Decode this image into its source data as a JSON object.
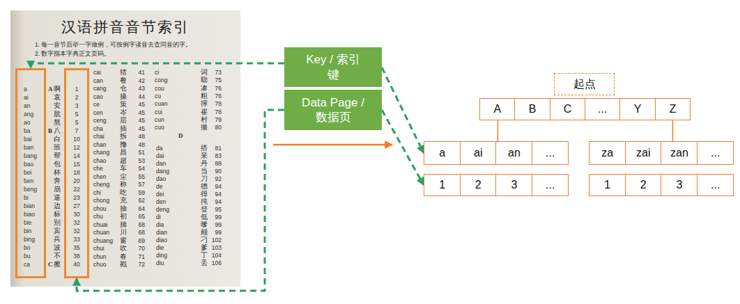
{
  "diagram": {
    "nodes": [
      {
        "text": [
          "a ai an ang ao ba bai ban bang bao bei ben beng bi bian biao bie bin bing bo bu ca"
        ]
      },
      {
        "text": [
          "1 2 3 5 5 7 10 12 14 15 18 20 22 23 27 30 32 32 33 35 38 40"
        ]
      },
      {
        "text": [
          "Key / 索引 键"
        ]
      },
      {
        "text": [
          "Data Page / 数据页"
        ]
      },
      {
        "text": [
          "起点"
        ]
      },
      {
        "text": [
          "A"
        ]
      },
      {
        "text": [
          "B"
        ]
      },
      {
        "text": [
          "C"
        ]
      },
      {
        "text": [
          "..."
        ]
      },
      {
        "text": [
          "Y"
        ]
      },
      {
        "text": [
          "Z"
        ]
      },
      {
        "text": [
          "a"
        ]
      },
      {
        "text": [
          "ai"
        ]
      },
      {
        "text": [
          "an"
        ]
      },
      {
        "text": [
          "..."
        ]
      },
      {
        "text": [
          "za"
        ]
      },
      {
        "text": [
          "zai"
        ]
      },
      {
        "text": [
          "zan"
        ]
      },
      {
        "text": [
          "..."
        ]
      },
      {
        "text": [
          "1"
        ]
      },
      {
        "text": [
          "2"
        ]
      },
      {
        "text": [
          "3"
        ]
      },
      {
        "text": [
          "..."
        ]
      },
      {
        "text": [
          "1"
        ]
      },
      {
        "text": [
          "2"
        ]
      },
      {
        "text": [
          "3"
        ]
      },
      {
        "text": [
          "..."
        ]
      }
    ],
    "edges": [
      {
        "from": 2,
        "to": 0,
        "arrow": "to"
      },
      {
        "from": 3,
        "to": 1,
        "arrow": "to"
      },
      {
        "from": 2,
        "to": 11,
        "arrow": "to"
      },
      {
        "from": 3,
        "to": 19,
        "arrow": "to"
      },
      {
        "from": 5,
        "to": 13,
        "arrow": "none"
      },
      {
        "from": 10,
        "to": 17,
        "arrow": "none"
      }
    ],
    "labels": [
      "汉语拼音音节索引",
      "1. 每一音节后举一字做例，可按例字读音去查同音的字。",
      "2. 数字指本字典正文页码。",
      "A",
      "B",
      "C",
      "啊",
      "哀",
      "安",
      "肮",
      "熬",
      "八",
      "白",
      "班",
      "帮",
      "包",
      "杯",
      "奔",
      "崩",
      "逼",
      "边",
      "标",
      "别",
      "宾",
      "兵",
      "波",
      "不",
      "擦",
      "cai",
      "can",
      "cang",
      "cao",
      "ce",
      "cen",
      "ceng",
      "cha",
      "chai",
      "chan",
      "chang",
      "chao",
      "che",
      "chen",
      "cheng",
      "chi",
      "chong",
      "chou",
      "chu",
      "chuai",
      "chuan",
      "chuang",
      "chui",
      "chun",
      "chuo",
      "猜",
      "餐",
      "仓",
      "操",
      "策",
      "岑",
      "层",
      "插",
      "拆",
      "搀",
      "昌",
      "超",
      "车",
      "尘",
      "称",
      "吃",
      "充",
      "抽",
      "初",
      "揣",
      "川",
      "窗",
      "吹",
      "春",
      "戳",
      "41",
      "42",
      "43",
      "44",
      "45",
      "45",
      "45",
      "45",
      "48",
      "48",
      "51",
      "53",
      "54",
      "55",
      "57",
      "59",
      "62",
      "64",
      "65",
      "68",
      "68",
      "69",
      "70",
      "71",
      "72",
      "ci",
      "cong",
      "cou",
      "cu",
      "cuan",
      "cui",
      "cun",
      "cuo",
      "词",
      "聪",
      "凑",
      "粗",
      "撺",
      "崔",
      "村",
      "撮",
      "73",
      "75",
      "76",
      "76",
      "78",
      "78",
      "79",
      "80",
      "D",
      "da",
      "dai",
      "dan",
      "dang",
      "dao",
      "de",
      "dei",
      "den",
      "deng",
      "di",
      "dia",
      "dian",
      "diao",
      "die",
      "ding",
      "diu",
      "搭",
      "呆",
      "丹",
      "当",
      "刀",
      "德",
      "得",
      "扽",
      "登",
      "低",
      "嗲",
      "颠",
      "刁",
      "爹",
      "丁",
      "丢",
      "81",
      "83",
      "88",
      "90",
      "92",
      "94",
      "94",
      "94",
      "95",
      "99",
      "99",
      "99",
      "102",
      "103",
      "104",
      "106"
    ]
  }
}
